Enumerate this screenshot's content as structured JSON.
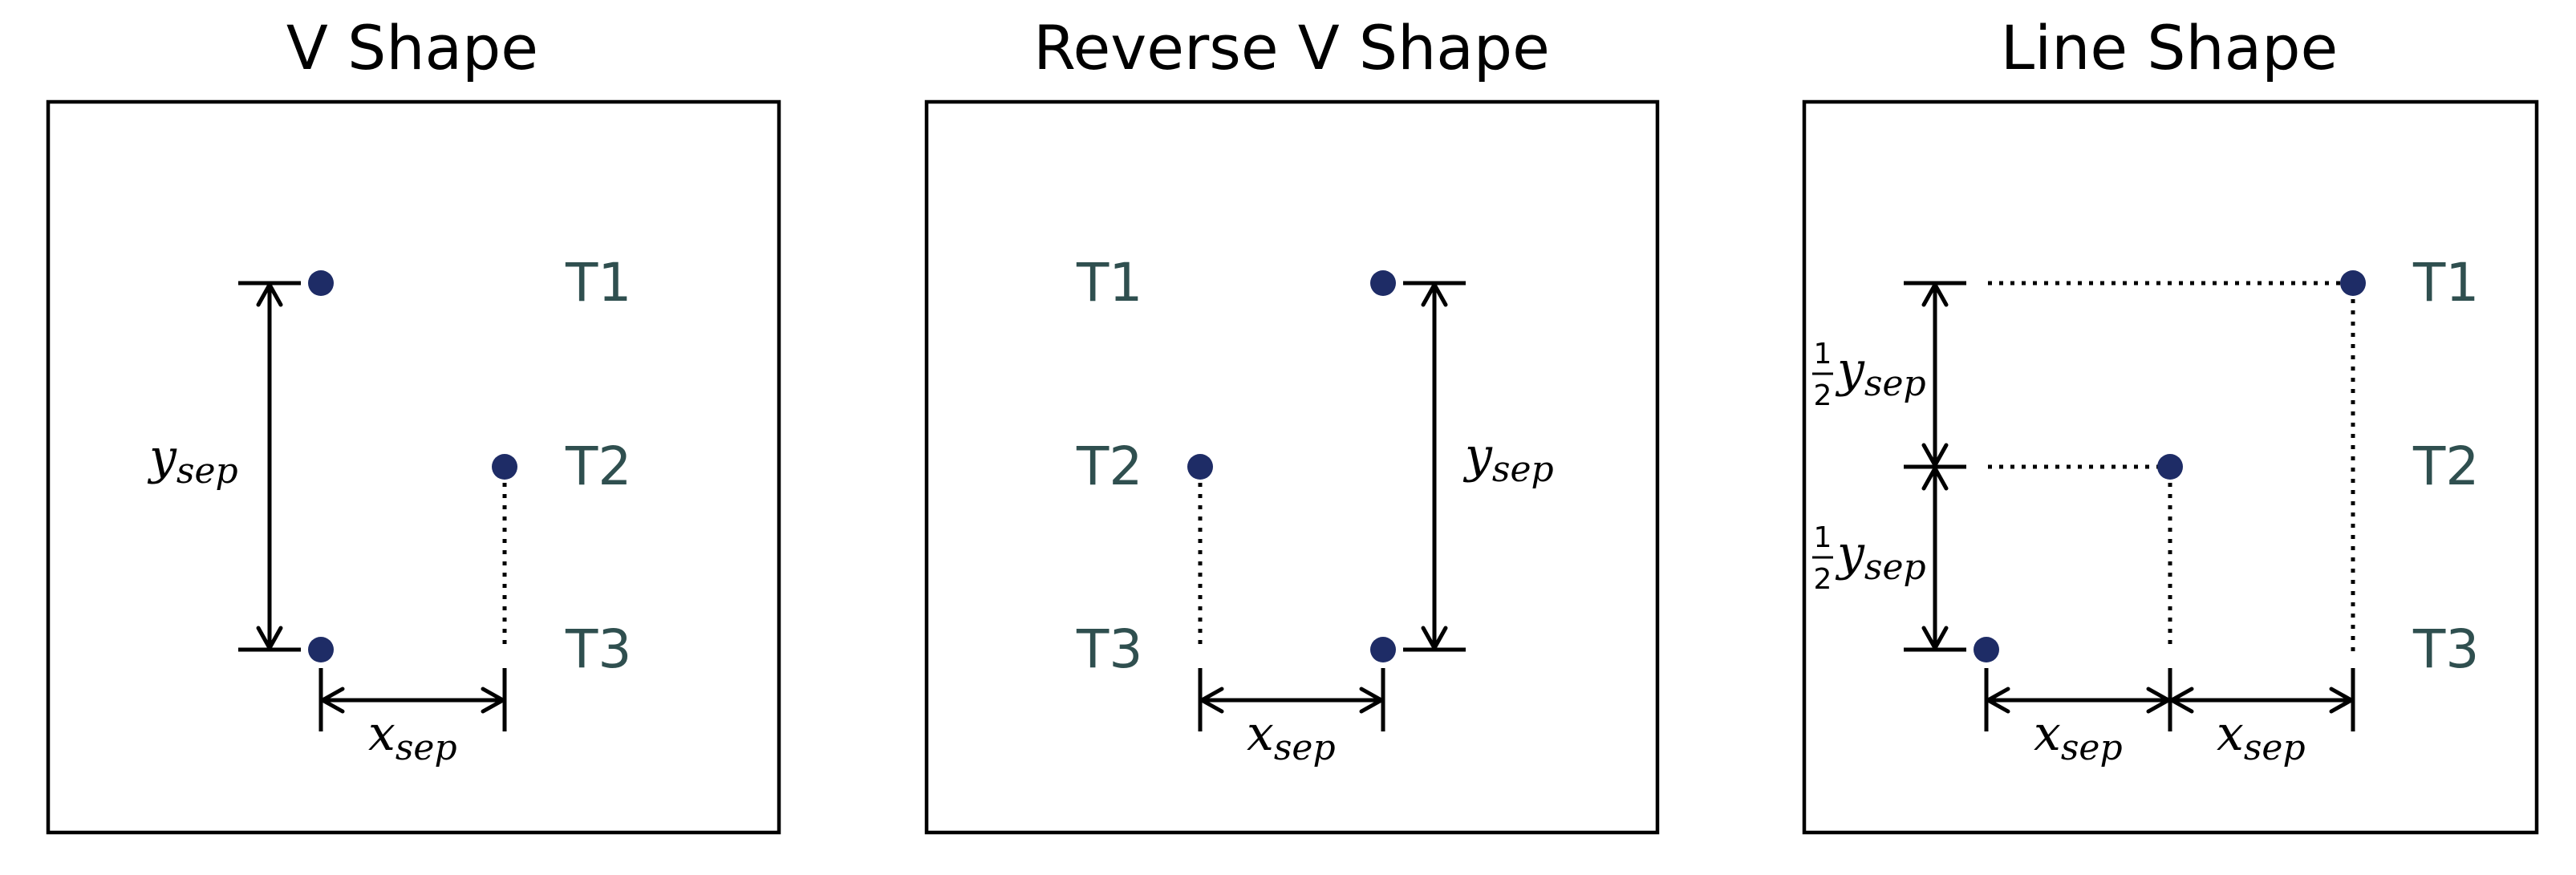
{
  "colors": {
    "marker": "#1e2c66",
    "target_label": "#2f4f4f",
    "line": "#000000",
    "background": "#ffffff"
  },
  "panels": [
    {
      "title": "V Shape",
      "target_labels": [
        "T1",
        "T2",
        "T3"
      ],
      "y_label": {
        "var": "y",
        "sub": "sep"
      },
      "x_labels": [
        {
          "var": "x",
          "sub": "sep"
        }
      ]
    },
    {
      "title": "Reverse V Shape",
      "target_labels": [
        "T1",
        "T2",
        "T3"
      ],
      "y_label": {
        "var": "y",
        "sub": "sep"
      },
      "x_labels": [
        {
          "var": "x",
          "sub": "sep"
        }
      ]
    },
    {
      "title": "Line Shape",
      "target_labels": [
        "T1",
        "T2",
        "T3"
      ],
      "half_y_labels": [
        {
          "num": "1",
          "den": "2",
          "var": "y",
          "sub": "sep"
        },
        {
          "num": "1",
          "den": "2",
          "var": "y",
          "sub": "sep"
        }
      ],
      "x_labels": [
        {
          "var": "x",
          "sub": "sep"
        },
        {
          "var": "x",
          "sub": "sep"
        }
      ]
    }
  ]
}
